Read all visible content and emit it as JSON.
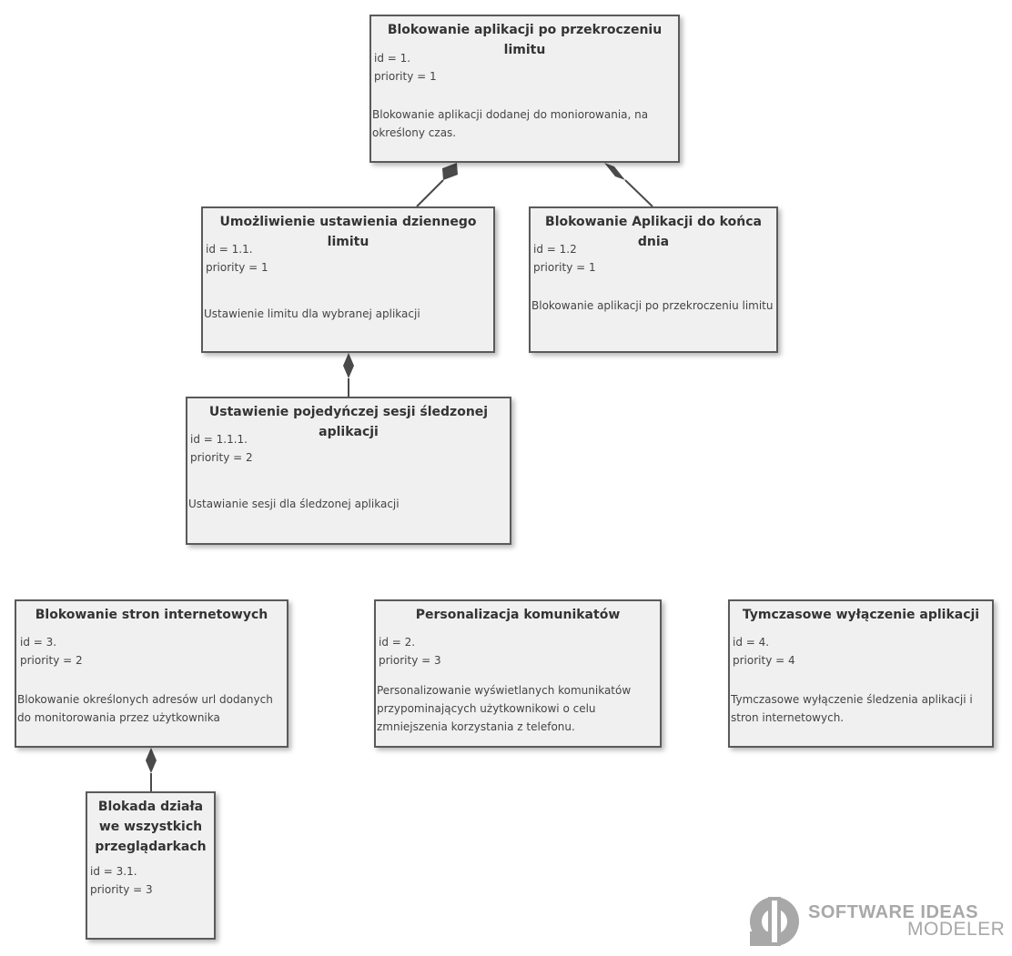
{
  "requirements": {
    "r1": {
      "title": "Blokowanie aplikacji po przekroczeniu limitu",
      "id_line": "id = 1.",
      "priority_line": "priority = 1",
      "description": "Blokowanie aplikacji dodanej do moniorowania, na określony czas."
    },
    "r1_1": {
      "title": "Umożliwienie ustawienia dziennego limitu",
      "id_line": "id = 1.1.",
      "priority_line": "priority = 1",
      "description": "Ustawienie limitu dla wybranej aplikacji"
    },
    "r1_2": {
      "title": "Blokowanie Aplikacji do końca dnia",
      "id_line": "id = 1.2",
      "priority_line": "priority = 1",
      "description": "Blokowanie aplikacji po przekroczeniu limitu"
    },
    "r1_1_1": {
      "title": "Ustawienie pojedyńczej sesji śledzonej aplikacji",
      "id_line": "id = 1.1.1.",
      "priority_line": "priority = 2",
      "description": "Ustawianie sesji dla śledzonej aplikacji"
    },
    "r3": {
      "title": "Blokowanie stron internetowych",
      "id_line": "id = 3.",
      "priority_line": "priority = 2",
      "description": "Blokowanie określonych adresów url dodanych do monitorowania przez użytkownika"
    },
    "r2": {
      "title": "Personalizacja komunikatów",
      "id_line": "id = 2.",
      "priority_line": "priority = 3",
      "description": "Personalizowanie wyświetlanych komunikatów przypominających użytkownikowi o celu zmniejszenia korzystania z telefonu."
    },
    "r4": {
      "title": "Tymczasowe wyłączenie aplikacji",
      "id_line": "id = 4.",
      "priority_line": "priority = 4",
      "description": "Tymczasowe wyłączenie śledzenia aplikacji i stron internetowych."
    },
    "r3_1": {
      "title": "Blokada działa we wszystkich przeglądarkach",
      "id_line": "id = 3.1.",
      "priority_line": "priority = 3",
      "description": ""
    }
  },
  "watermark": {
    "line1": "SOFTWARE IDEAS",
    "line2": "MODELER",
    "color": "#a8a8a8"
  },
  "colors": {
    "box_fill": "#f0f0f0",
    "box_border": "#5a5a5a",
    "connector": "#4a4a4a"
  }
}
